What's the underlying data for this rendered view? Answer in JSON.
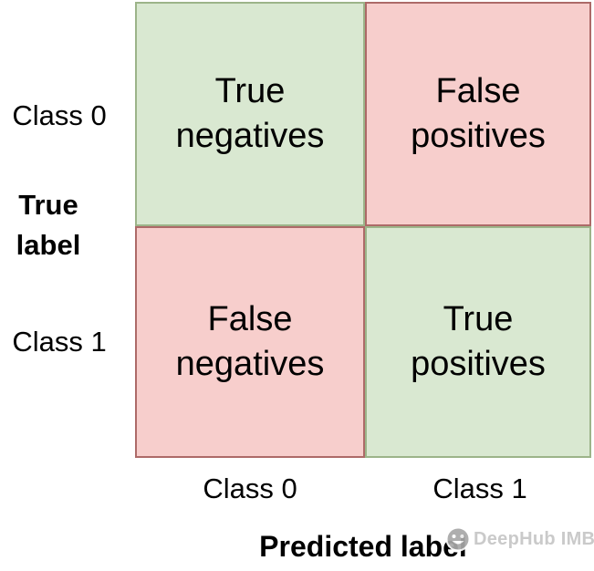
{
  "matrix": {
    "cells": [
      {
        "label": "True negatives",
        "tone": "green"
      },
      {
        "label": "False positives",
        "tone": "pink"
      },
      {
        "label": "False negatives",
        "tone": "pink"
      },
      {
        "label": "True positives",
        "tone": "green"
      }
    ]
  },
  "axes": {
    "y_title": "True label",
    "x_title": "Predicted label",
    "row_labels": [
      "Class 0",
      "Class 1"
    ],
    "col_labels": [
      "Class 0",
      "Class 1"
    ]
  },
  "watermark": {
    "icon": "smiley-icon",
    "text": "DeepHub IMBA"
  },
  "colors": {
    "background": "#ffffff",
    "text": "#000000",
    "green_fill": "#d9e8d1",
    "green_border": "#9cb489",
    "pink_fill": "#f7cecc",
    "pink_border": "#ad6a68",
    "watermark_text": "#c6c6c6"
  }
}
